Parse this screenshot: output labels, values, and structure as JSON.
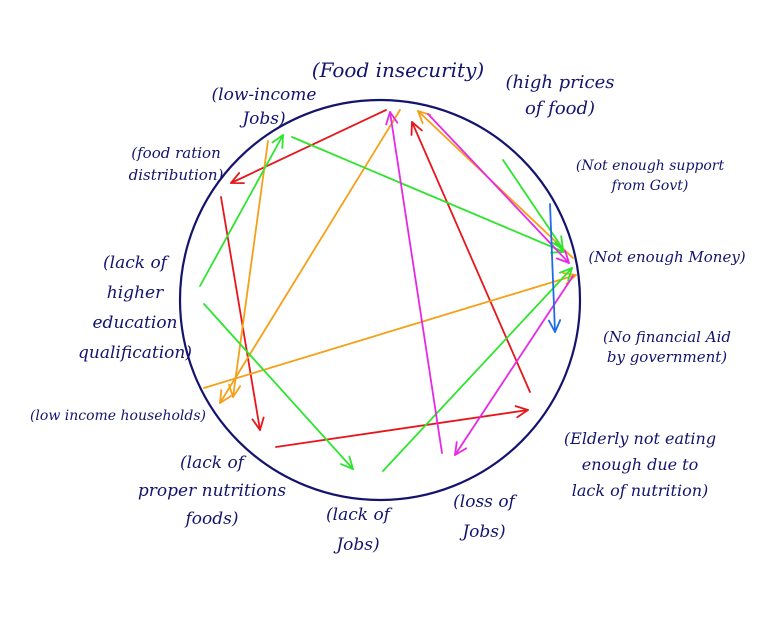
{
  "diagram": {
    "ink_color": "#14146e",
    "nodes": [
      {
        "id": "food_insecurity",
        "lines": [
          "(Food insecurity)"
        ]
      },
      {
        "id": "low_income_jobs",
        "lines": [
          "(low-income",
          "Jobs)"
        ]
      },
      {
        "id": "high_prices",
        "lines": [
          "(high prices",
          "of food)"
        ]
      },
      {
        "id": "food_ration",
        "lines": [
          "(food ration",
          "distribution)"
        ]
      },
      {
        "id": "not_enough_support",
        "lines": [
          "(Not enough support",
          "from Govt)"
        ]
      },
      {
        "id": "lack_higher_edu",
        "lines": [
          "(lack of",
          "higher",
          "education",
          "qualification)"
        ]
      },
      {
        "id": "not_enough_money",
        "lines": [
          "(Not enough Money)"
        ]
      },
      {
        "id": "no_financial_aid",
        "lines": [
          "(No financial Aid",
          "by government)"
        ]
      },
      {
        "id": "low_income_households",
        "lines": [
          "(low income households)"
        ]
      },
      {
        "id": "elderly_not_eating",
        "lines": [
          "(Elderly not eating",
          "enough due to",
          "lack of nutrition)"
        ]
      },
      {
        "id": "lack_nutrition_foods",
        "lines": [
          "(lack of",
          "proper nutritions",
          "foods)"
        ]
      },
      {
        "id": "lack_of_jobs",
        "lines": [
          "(lack of",
          "Jobs)"
        ]
      },
      {
        "id": "loss_of_jobs",
        "lines": [
          "(loss of",
          "Jobs)"
        ]
      }
    ],
    "arrows": [
      {
        "from": "food_insecurity",
        "to": "food_ration",
        "color": "#e8161b"
      },
      {
        "from": "food_ration",
        "to": "low_income_households",
        "color": "#e8161b"
      },
      {
        "from": "lack_nutrition_foods",
        "to": "elderly_not_eating",
        "color": "#e8161b"
      },
      {
        "from": "elderly_not_eating",
        "to": "food_insecurity",
        "color": "#e8161b"
      },
      {
        "from": "low_income_jobs",
        "to": "low_income_households",
        "color": "#f5a018"
      },
      {
        "from": "food_insecurity",
        "to": "low_income_households",
        "color": "#f5a018"
      },
      {
        "from": "low_income_households",
        "to": "not_enough_money",
        "color": "#f5a018"
      },
      {
        "from": "not_enough_money",
        "to": "food_insecurity",
        "color": "#f5a018"
      },
      {
        "from": "lack_higher_edu",
        "to": "low_income_jobs",
        "color": "#2ee52e"
      },
      {
        "from": "low_income_jobs",
        "to": "not_enough_money",
        "color": "#2ee52e"
      },
      {
        "from": "lack_higher_edu",
        "to": "lack_nutrition_foods",
        "color": "#2ee52e"
      },
      {
        "from": "lack_of_jobs",
        "to": "not_enough_money",
        "color": "#2ee52e"
      },
      {
        "from": "not_enough_support",
        "to": "not_enough_money",
        "color": "#2ee52e"
      },
      {
        "from": "loss_of_jobs",
        "to": "high_prices",
        "color": "#e629e6"
      },
      {
        "from": "high_prices",
        "to": "not_enough_money",
        "color": "#e629e6"
      },
      {
        "from": "not_enough_money",
        "to": "elderly_not_eating",
        "color": "#e629e6"
      },
      {
        "from": "not_enough_support",
        "to": "no_financial_aid",
        "color": "#1e6be6"
      }
    ]
  }
}
